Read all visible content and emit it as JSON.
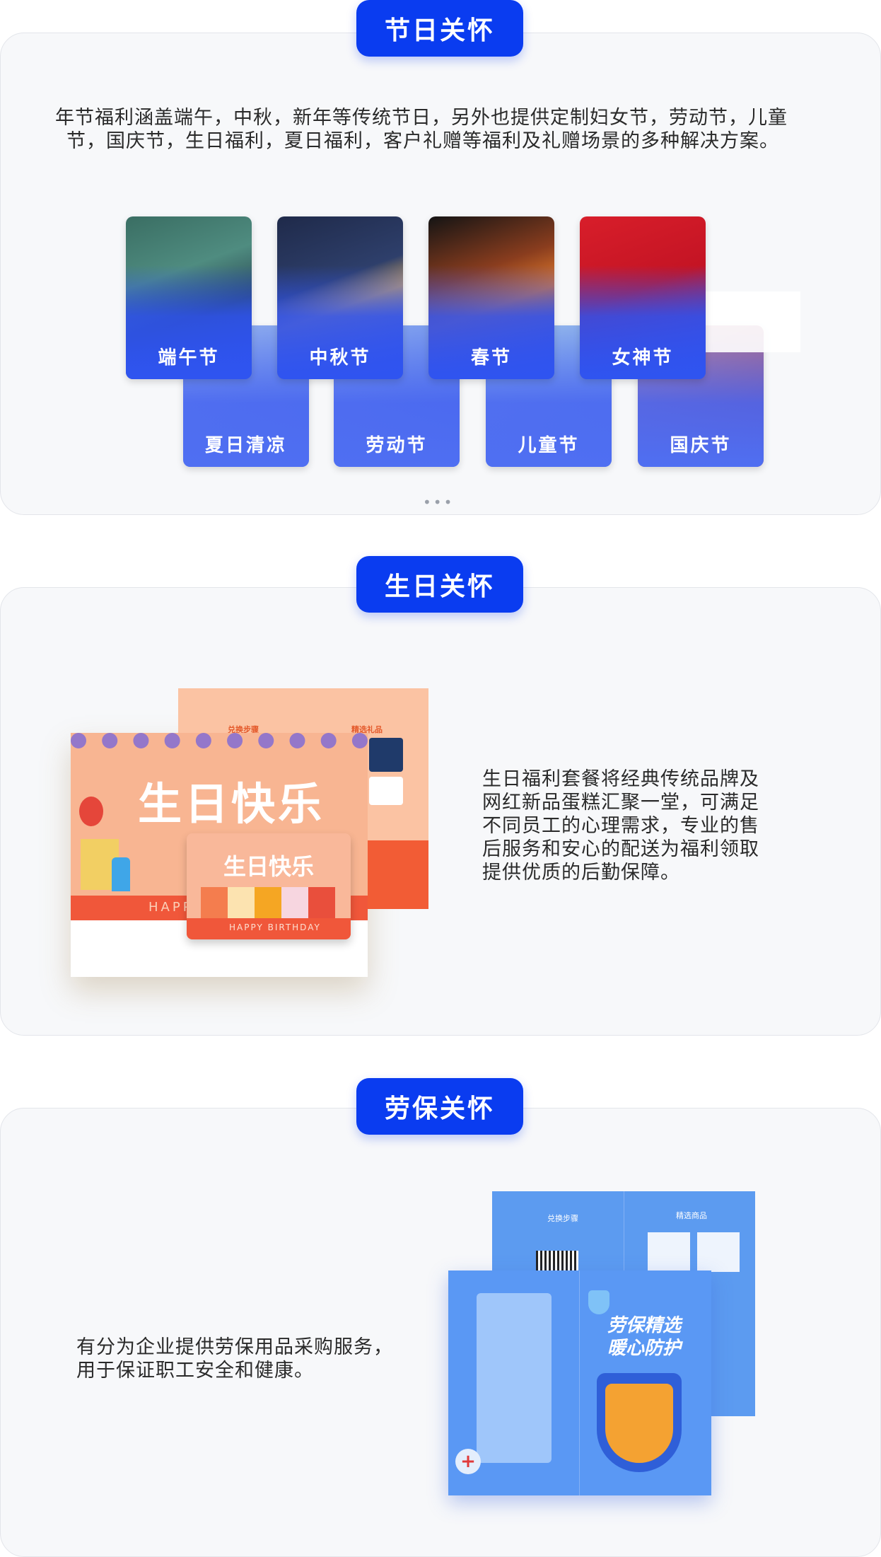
{
  "festival": {
    "title": "节日关怀",
    "desc_line1": "年节福利涵盖端午，中秋，新年等传统节日，另外也提供定制妇女节，劳动节，儿童",
    "desc_line2": "节，国庆节，生日福利，夏日福利，客户礼赠等福利及礼赠场景的多种解决方案。",
    "front_cards": [
      "端午节",
      "中秋节",
      "春节",
      "女神节"
    ],
    "back_cards": [
      "夏日清凉",
      "劳动节",
      "儿童节",
      "国庆节"
    ],
    "dots": "•••"
  },
  "birthday": {
    "title": "生日关怀",
    "desc": [
      "生日福利套餐将经典传统品牌及",
      "网红新品蛋糕汇聚一堂，可满足",
      "不同员工的心理需求，专业的售",
      "后服务和安心的配送为福利领取",
      "提供优质的后勤保障。"
    ],
    "illustration": {
      "main_title": "生日快乐",
      "card_title": "生日快乐",
      "happy_text": "HAPP",
      "card_happy_text": "HAPPY BIRTHDAY",
      "back_left_label": "兑换步骤",
      "back_right_label": "精选礼品"
    }
  },
  "labor": {
    "title": "劳保关怀",
    "desc": [
      "有分为企业提供劳保用品采购服务，",
      "用于保证职工安全和健康。"
    ],
    "illustration": {
      "title_line1": "劳保精选",
      "title_line2": "暖心防护",
      "back_left_label": "兑换步骤",
      "back_right_label": "精选商品"
    }
  },
  "colors": {
    "accent": "#0a3cf0",
    "card_blue": "#2f54f0",
    "panel_bg": "#f7f8fa"
  }
}
